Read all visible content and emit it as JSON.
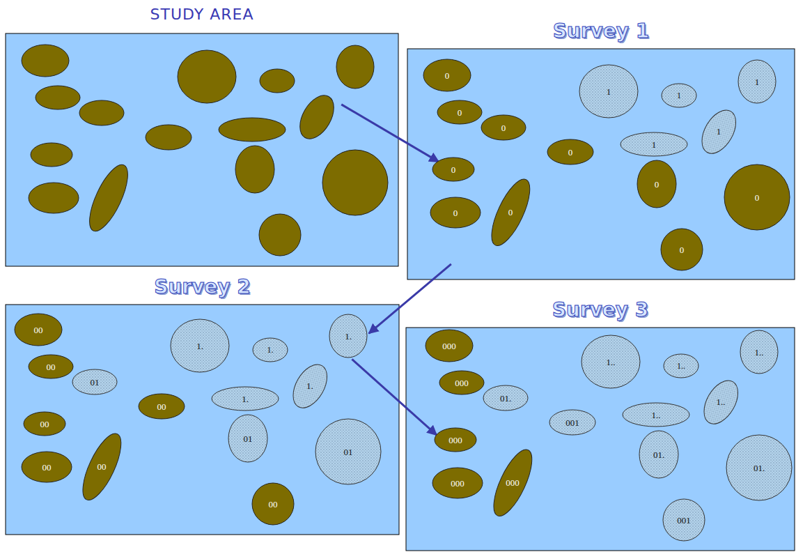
{
  "diagram": {
    "nodes": [
      {
        "text": [
          "STUDY AREA"
        ]
      },
      {
        "text": [
          "Survey 1"
        ]
      },
      {
        "text": [
          "0"
        ],
        "in": 1
      },
      {
        "text": [
          "1"
        ],
        "in": 1
      },
      {
        "text": [
          "1"
        ],
        "in": 1
      },
      {
        "text": [
          "1"
        ],
        "in": 1
      },
      {
        "text": [
          "0"
        ],
        "in": 1
      },
      {
        "text": [
          "0"
        ],
        "in": 1
      },
      {
        "text": [
          "0"
        ],
        "in": 1
      },
      {
        "text": [
          "1"
        ],
        "in": 1
      },
      {
        "text": [
          "1"
        ],
        "in": 1
      },
      {
        "text": [
          "0"
        ],
        "in": 1
      },
      {
        "text": [
          "0"
        ],
        "in": 1
      },
      {
        "text": [
          "0"
        ],
        "in": 1
      },
      {
        "text": [
          "0"
        ],
        "in": 1
      },
      {
        "text": [
          "0"
        ],
        "in": 1
      },
      {
        "text": [
          "0"
        ],
        "in": 1
      },
      {
        "text": [
          "Survey 2"
        ]
      },
      {
        "text": [
          "00"
        ],
        "in": 17
      },
      {
        "text": [
          "1."
        ],
        "in": 17
      },
      {
        "text": [
          "1."
        ],
        "in": 17
      },
      {
        "text": [
          "1."
        ],
        "in": 17
      },
      {
        "text": [
          "00"
        ],
        "in": 17
      },
      {
        "text": [
          "01"
        ],
        "in": 17
      },
      {
        "text": [
          "00"
        ],
        "in": 17
      },
      {
        "text": [
          "1."
        ],
        "in": 17
      },
      {
        "text": [
          "1."
        ],
        "in": 17
      },
      {
        "text": [
          "00"
        ],
        "in": 17
      },
      {
        "text": [
          "01"
        ],
        "in": 17
      },
      {
        "text": [
          "00"
        ],
        "in": 17
      },
      {
        "text": [
          "00"
        ],
        "in": 17
      },
      {
        "text": [
          "01"
        ],
        "in": 17
      },
      {
        "text": [
          "00"
        ],
        "in": 17
      },
      {
        "text": [
          "Survey 3"
        ]
      },
      {
        "text": [
          "000"
        ],
        "in": 33
      },
      {
        "text": [
          "1.."
        ],
        "in": 33
      },
      {
        "text": [
          "1.."
        ],
        "in": 33
      },
      {
        "text": [
          "1.."
        ],
        "in": 33
      },
      {
        "text": [
          "000"
        ],
        "in": 33
      },
      {
        "text": [
          "01."
        ],
        "in": 33
      },
      {
        "text": [
          "001"
        ],
        "in": 33
      },
      {
        "text": [
          "1.."
        ],
        "in": 33
      },
      {
        "text": [
          "1.."
        ],
        "in": 33
      },
      {
        "text": [
          "000"
        ],
        "in": 33
      },
      {
        "text": [
          "01."
        ],
        "in": 33
      },
      {
        "text": [
          "000"
        ],
        "in": 33
      },
      {
        "text": [
          "000"
        ],
        "in": 33
      },
      {
        "text": [
          "01."
        ],
        "in": 33
      },
      {
        "text": [
          "001"
        ],
        "in": 33
      }
    ],
    "edges": [
      {
        "from": 0,
        "to": 11,
        "arrow": "to"
      },
      {
        "from": 1,
        "to": 21,
        "arrow": "to"
      },
      {
        "from": 21,
        "to": 43,
        "arrow": "to"
      }
    ]
  }
}
